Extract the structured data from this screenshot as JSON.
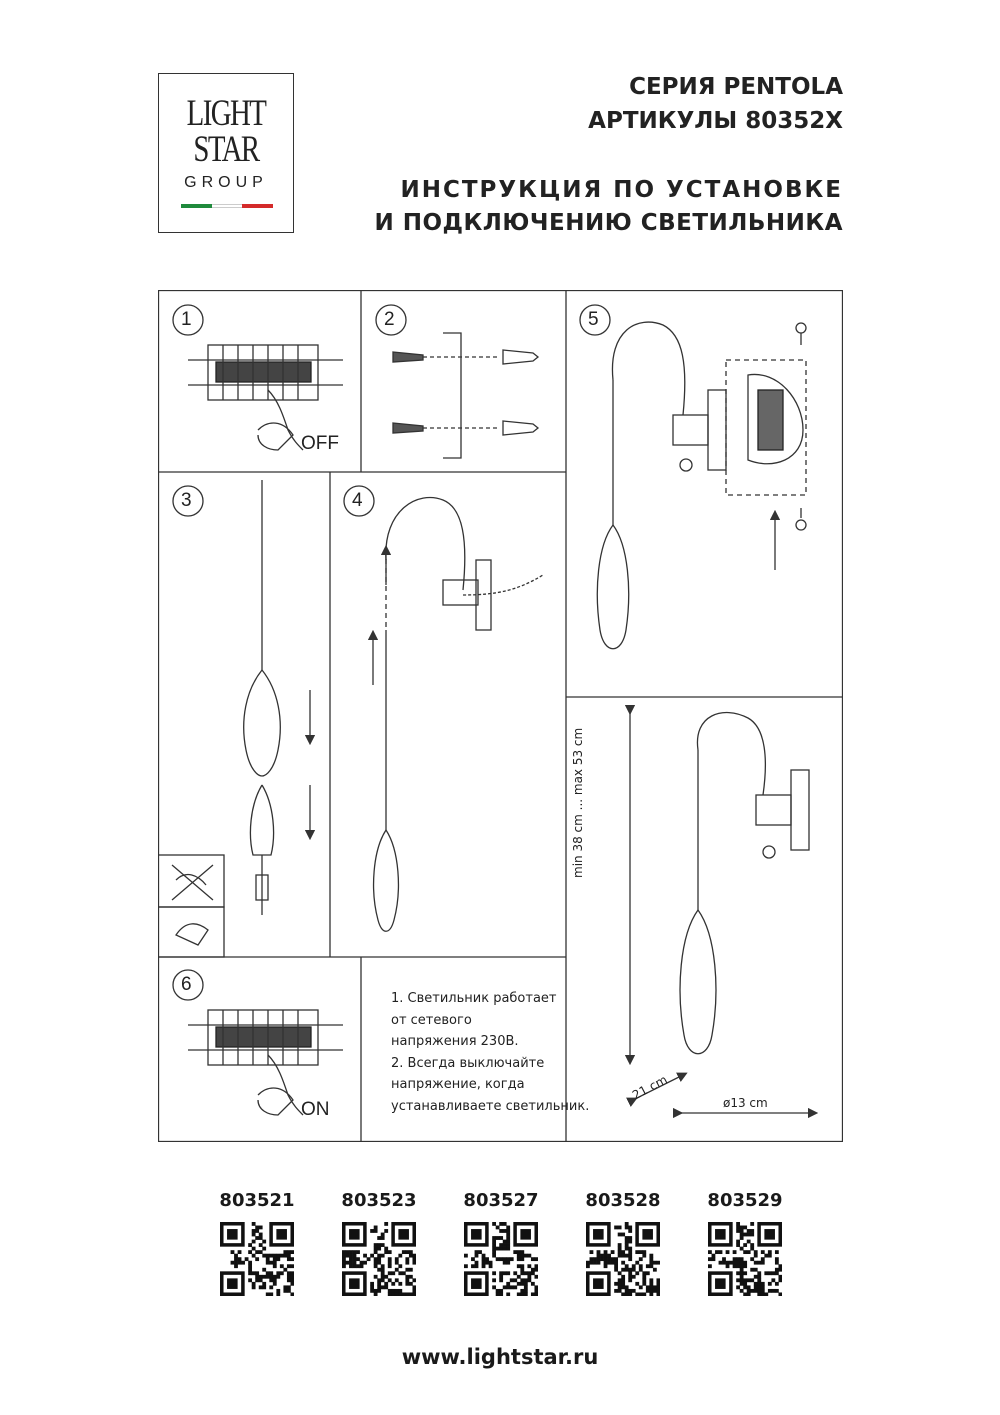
{
  "logo": {
    "line1": "LIGHT",
    "line2": "STAR",
    "line3": "GROUP",
    "flag_colors": [
      "#1f8a3c",
      "#ffffff",
      "#d42a2a"
    ]
  },
  "header": {
    "series": "СЕРИЯ PENTOLA",
    "articles": "АРТИКУЛЫ 80352X",
    "instruction_line1": "ИНСТРУКЦИЯ ПО УСТАНОВКЕ",
    "instruction_line2": "И ПОДКЛЮЧЕНИЮ СВЕТИЛЬНИКА"
  },
  "steps": {
    "s1": "1",
    "s2": "2",
    "s3": "3",
    "s4": "4",
    "s5": "5",
    "s6": "6",
    "off_label": "OFF",
    "on_label": "ON"
  },
  "notes": {
    "line1": "1. Светильник работает",
    "line2": "от сетевого",
    "line3": "напряжения 230В.",
    "line4": "2. Всегда выключайте",
    "line5": "напряжение, когда",
    "line6": "устанавливаете светильник."
  },
  "dimensions": {
    "height": "min 38 cm ... max 53 cm",
    "depth": "21 cm",
    "diameter": "ø13 cm"
  },
  "article_codes": [
    "803521",
    "803523",
    "803527",
    "803528",
    "803529"
  ],
  "website": "www.lightstar.ru"
}
